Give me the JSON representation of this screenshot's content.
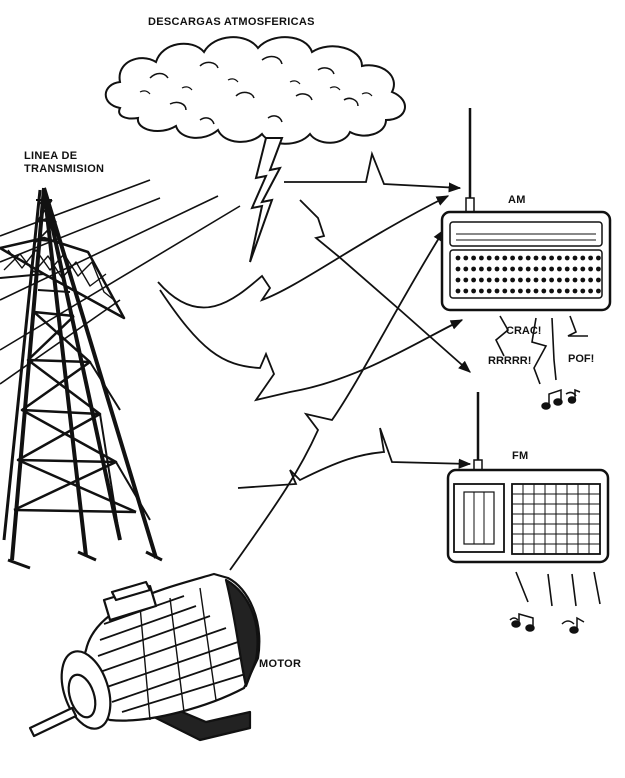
{
  "labels": {
    "clouds": "DESCARGAS ATMOSFERICAS",
    "line_top": "LINEA DE",
    "line_bottom": "TRANSMISION",
    "am": "AM",
    "fm": "FM",
    "motor": "MOTOR"
  },
  "noises": {
    "crac": "CRAC!",
    "rrr": "RRRRR!",
    "pof": "POF!"
  },
  "colors": {
    "ink": "#111111",
    "paper": "#ffffff"
  },
  "icons": {
    "cloud": "cloud-icon",
    "lightning": "lightning-bolt-icon",
    "tower": "transmission-tower-icon",
    "motor": "electric-motor-icon",
    "am_radio": "am-radio-icon",
    "fm_radio": "fm-radio-icon",
    "notes": "music-note-icon"
  }
}
